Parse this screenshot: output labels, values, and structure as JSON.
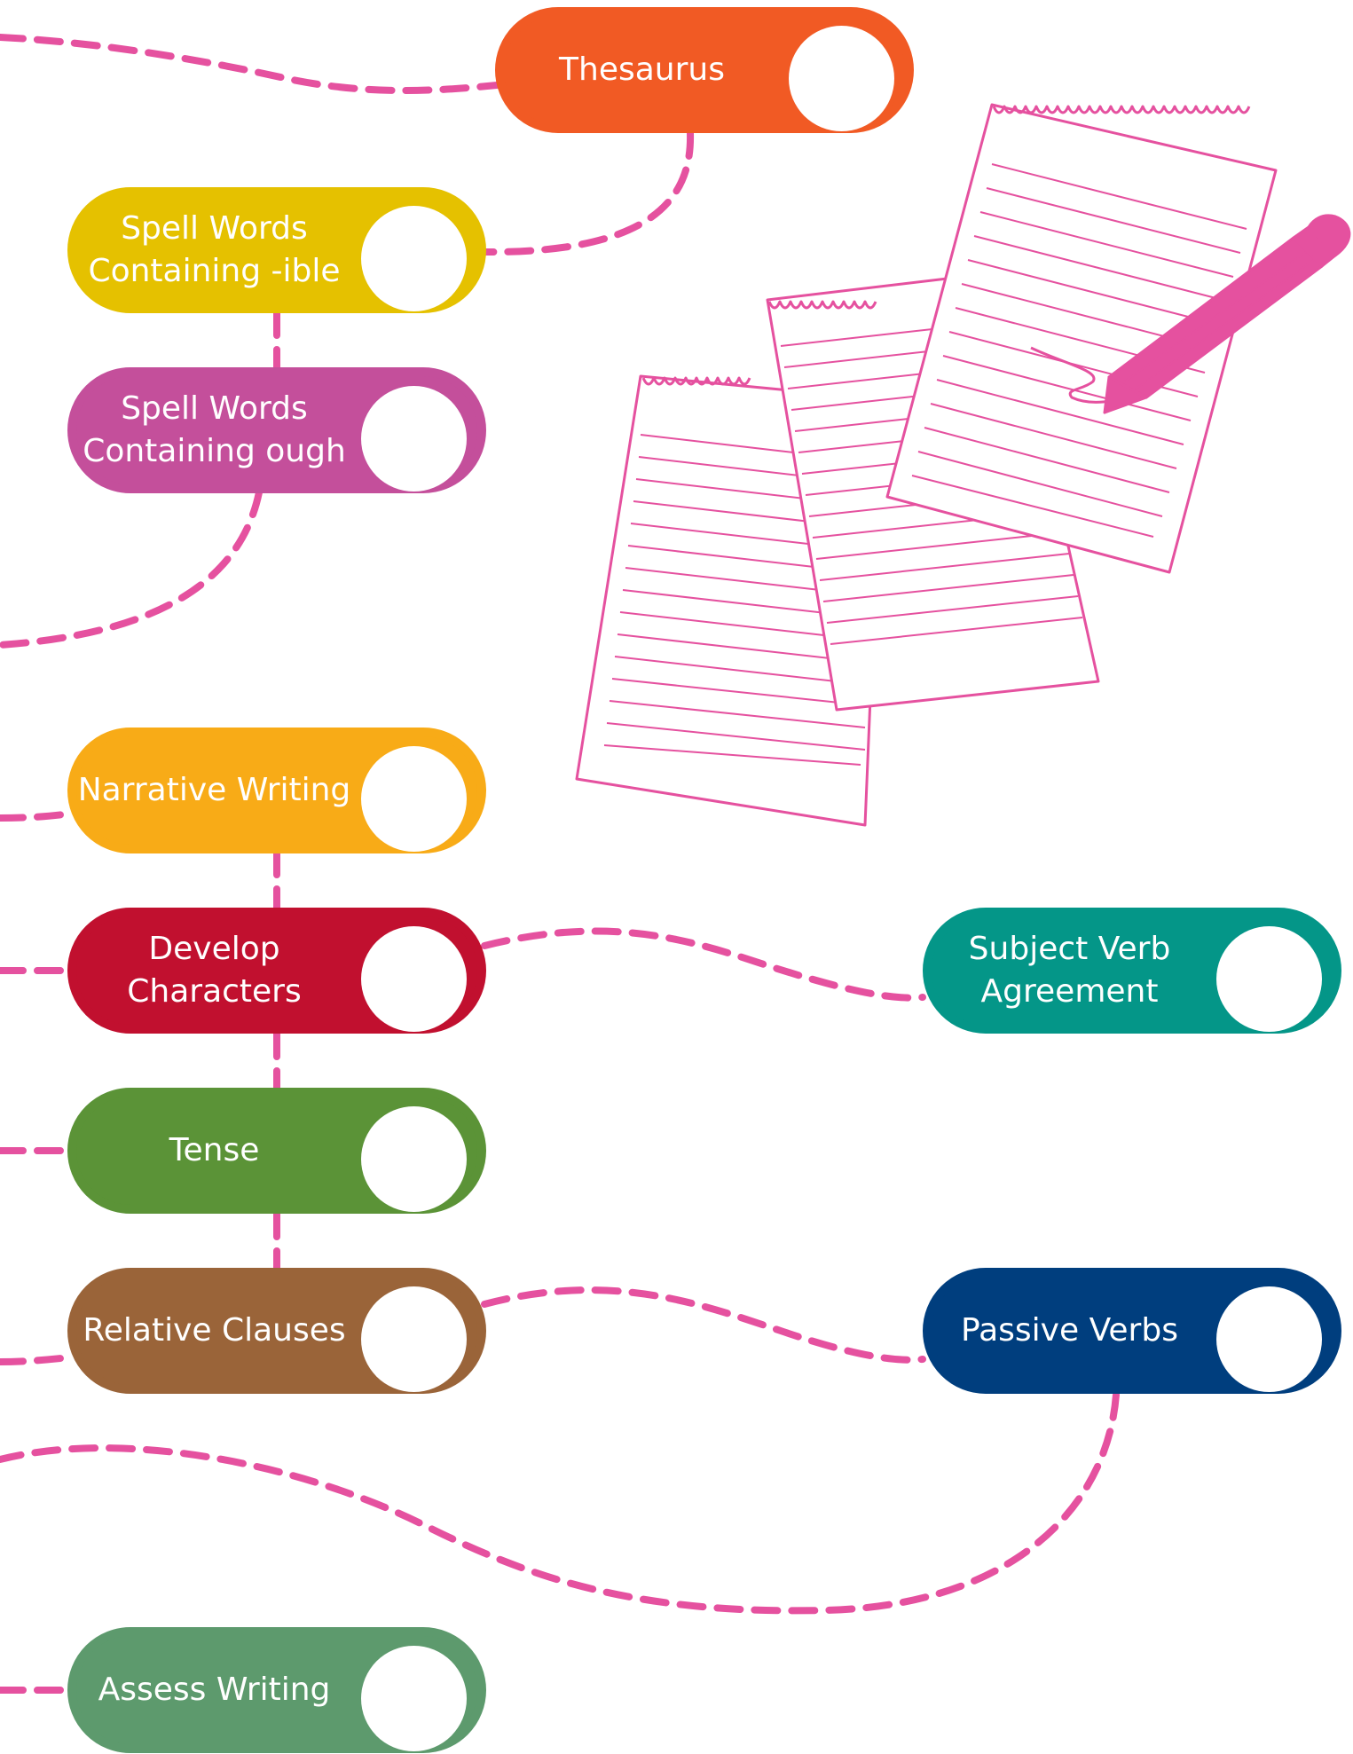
{
  "path_color": "#e5519f",
  "illustration_color": "#e5519f",
  "illustration_icon": "notepad-pages-with-pencil-icon",
  "nodes": [
    {
      "id": "thesaurus",
      "text": "Thesaurus",
      "color": "#f15a24"
    },
    {
      "id": "spell-ible",
      "text": "Spell Words\nContaining -ible",
      "color": "#e5c100"
    },
    {
      "id": "spell-ough",
      "text": "Spell Words\nContaining ough",
      "color": "#c44f9b"
    },
    {
      "id": "narrative",
      "text": "Narrative Writing",
      "color": "#f8ab17"
    },
    {
      "id": "develop",
      "text": "Develop\nCharacters",
      "color": "#c1102f"
    },
    {
      "id": "subject-verb",
      "text": "Subject Verb\nAgreement",
      "color": "#049688"
    },
    {
      "id": "tense",
      "text": "Tense",
      "color": "#5b9337"
    },
    {
      "id": "relative",
      "text": "Relative Clauses",
      "color": "#9a6439"
    },
    {
      "id": "passive",
      "text": "Passive Verbs",
      "color": "#003e7e"
    },
    {
      "id": "assess",
      "text": "Assess Writing",
      "color": "#5d9a6d"
    }
  ]
}
